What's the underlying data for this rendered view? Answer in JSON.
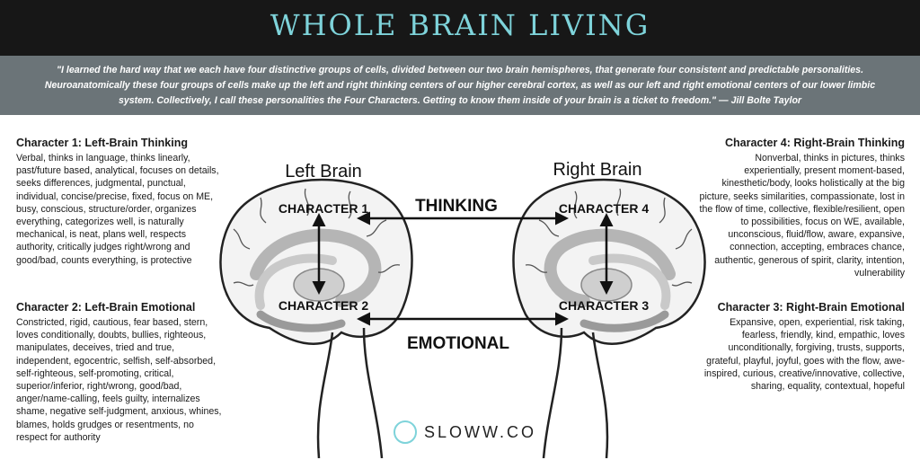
{
  "header": {
    "title": "WHOLE BRAIN LIVING"
  },
  "quote": {
    "text": "\"I learned the hard way that we each have four distinctive groups of cells, divided between our two brain hemispheres, that generate four consistent and predictable personalities. Neuroanatomically these four groups of cells make up the left and right thinking centers of our higher cerebral cortex, as well as our left and right emotional centers of our lower limbic system. Collectively, I call these personalities the Four Characters. Getting to know them inside of your brain is a ticket to freedom.\" — Jill Bolte Taylor"
  },
  "characters": {
    "c1": {
      "title": "Character 1: Left-Brain Thinking",
      "description": "Verbal, thinks in language, thinks linearly, past/future based, analytical, focuses on details, seeks differences, judgmental, punctual, individual, concise/precise, fixed, focus on ME, busy, conscious, structure/order, organizes everything, categorizes well, is naturally mechanical, is neat, plans well, respects authority, critically judges right/wrong and good/bad, counts everything, is protective"
    },
    "c2": {
      "title": "Character 2: Left-Brain Emotional",
      "description": "Constricted, rigid, cautious, fear based, stern, loves conditionally, doubts, bullies, righteous, manipulates, deceives, tried and true, independent, egocentric, selfish, self-absorbed, self-righteous, self-promoting, critical, superior/inferior, right/wrong, good/bad, anger/name-calling, feels guilty, internalizes shame, negative self-judgment, anxious, whines, blames, holds grudges or resentments, no respect for authority"
    },
    "c4": {
      "title": "Character 4: Right-Brain Thinking",
      "description": "Nonverbal, thinks in pictures, thinks experientially, present moment-based, kinesthetic/body, looks holistically at the big picture, seeks similarities, compassionate, lost in the flow of time, collective, flexible/resilient, open to possibilities, focus on WE, available, unconscious, fluid/flow, aware, expansive, connection, accepting, embraces chance, authentic, generous of spirit, clarity, intention, vulnerability"
    },
    "c3": {
      "title": "Character 3: Right-Brain Emotional",
      "description": "Expansive, open, experiential, risk taking, fearless, friendly, kind, empathic, loves unconditionally, forgiving, trusts, supports, grateful, playful, joyful, goes with the flow, awe-inspired, curious, creative/innovative, collective, sharing, equality, contextual, hopeful"
    }
  },
  "diagram": {
    "left_title": "Left Brain",
    "right_title": "Right Brain",
    "thinking": "THINKING",
    "emotional": "EMOTIONAL",
    "char1": "CHARACTER 1",
    "char2": "CHARACTER 2",
    "char3": "CHARACTER 3",
    "char4": "CHARACTER 4"
  },
  "logo": {
    "text": "SLOWW.CO",
    "icon": "ring-icon",
    "color": "#7ed3da"
  },
  "colors": {
    "header_bg": "#171717",
    "title": "#7ed3da",
    "quote_bg": "#6b7478"
  }
}
